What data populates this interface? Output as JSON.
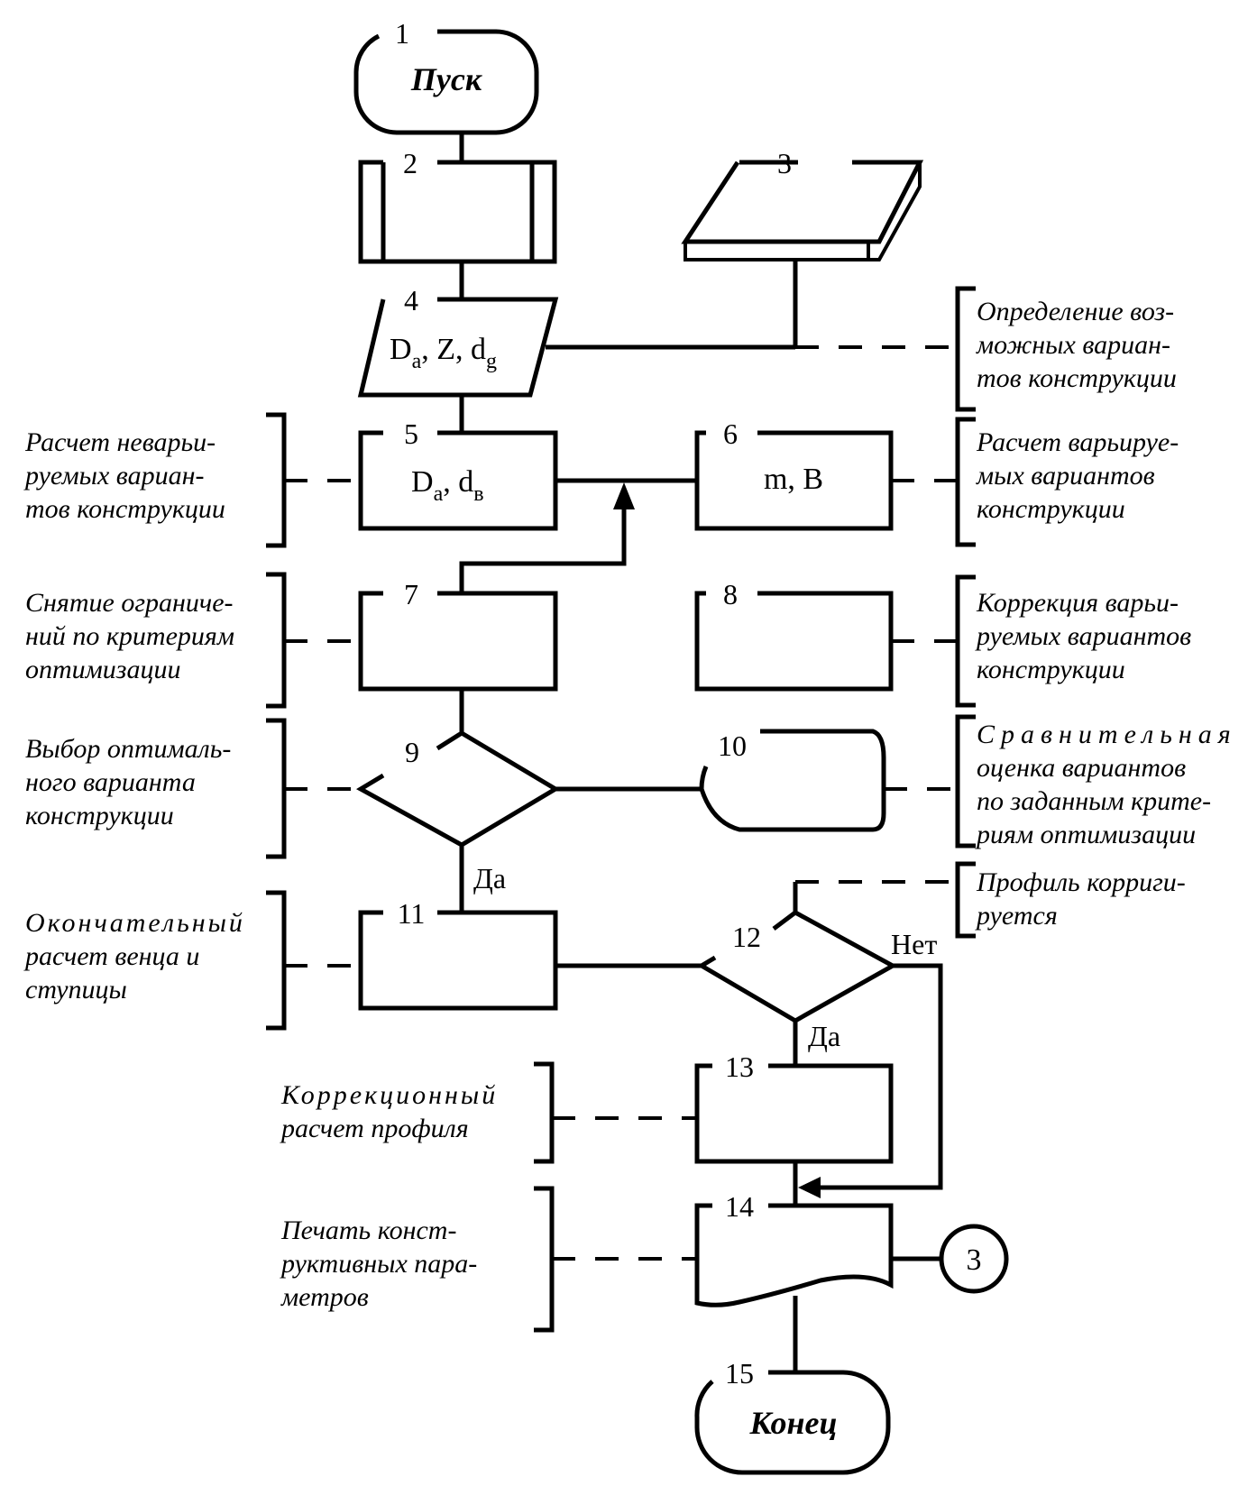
{
  "diagram": {
    "type": "flowchart",
    "language": "ru",
    "blocks": [
      {
        "id": "1",
        "shape": "terminator",
        "text": "Пуск"
      },
      {
        "id": "2",
        "shape": "predefined-process",
        "text": ""
      },
      {
        "id": "3",
        "shape": "storage-data",
        "text": ""
      },
      {
        "id": "4",
        "shape": "input-output",
        "text_main": [
          "D",
          ", Z, d"
        ],
        "text_sub": [
          "a",
          "g"
        ]
      },
      {
        "id": "5",
        "shape": "process",
        "text_main": [
          "D",
          ", d"
        ],
        "text_sub": [
          "a",
          "в"
        ]
      },
      {
        "id": "6",
        "shape": "process",
        "text": "m, B"
      },
      {
        "id": "7",
        "shape": "process",
        "text": ""
      },
      {
        "id": "8",
        "shape": "process",
        "text": ""
      },
      {
        "id": "9",
        "shape": "decision",
        "text": ""
      },
      {
        "id": "10",
        "shape": "display",
        "text": ""
      },
      {
        "id": "11",
        "shape": "process",
        "text": ""
      },
      {
        "id": "12",
        "shape": "decision",
        "text": ""
      },
      {
        "id": "13",
        "shape": "process",
        "text": ""
      },
      {
        "id": "14",
        "shape": "document",
        "text": ""
      },
      {
        "id": "15",
        "shape": "terminator",
        "text": "Конец"
      }
    ],
    "connector": {
      "text": "3"
    },
    "branch_labels": {
      "b9_yes": "Да",
      "b12_yes": "Да",
      "b12_no": "Нет"
    },
    "annotations": {
      "b4": [
        "Определение воз-",
        "можных вариан-",
        "тов конструкции"
      ],
      "b5": [
        "Расчет неварьи-",
        "руемых вариан-",
        "тов конструкции"
      ],
      "b6": [
        "Расчет варьируе-",
        "мых вариантов",
        "конструкции"
      ],
      "b7": [
        "Снятие ограниче-",
        "ний по критериям",
        "оптимизации"
      ],
      "b8": [
        "Коррекция варьи-",
        "руемых вариантов",
        "конструкции"
      ],
      "b9": [
        "Выбор оптималь-",
        "ного варианта",
        "конструкции"
      ],
      "b10": [
        "Сравнительная",
        "оценка вариантов",
        "по заданным крите-",
        "риям оптимизации"
      ],
      "b11": [
        "Окончательный",
        "расчет венца и",
        "ступицы"
      ],
      "b12": [
        "Профиль корриги-",
        "руется"
      ],
      "b13": [
        "Коррекционный",
        "расчет профиля"
      ],
      "b14": [
        "Печать конст-",
        "руктивных пара-",
        "метров"
      ]
    }
  }
}
